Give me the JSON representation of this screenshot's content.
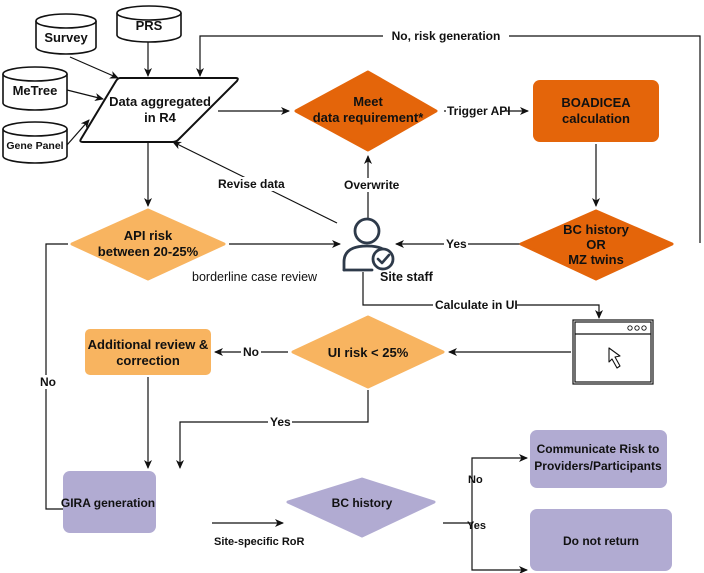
{
  "colors": {
    "dark_orange": "#E4650A",
    "light_orange": "#F8B460",
    "purple": "#B1ABD2",
    "stroke": "#111111",
    "icon": "#2E3A4A"
  },
  "nodes": {
    "survey": "Survey",
    "prs": "PRS",
    "metree": "MeTree",
    "gene_panel": "Gene Panel",
    "data_aggregated": [
      "Data aggregated",
      "in R4"
    ],
    "meet_requirement": [
      "Meet",
      "data requirement*"
    ],
    "boadicea": [
      "BOADICEA",
      "calculation"
    ],
    "bc_or_mz": [
      "BC history",
      "OR",
      "MZ twins"
    ],
    "api_risk": [
      "API risk",
      "between 20-25%"
    ],
    "site_staff": "Site staff",
    "ui_risk": "UI risk < 25%",
    "additional_review": [
      "Additional review &",
      "correction"
    ],
    "gira": "GIRA generation",
    "bc_history": "BC history",
    "communicate": [
      "Communicate Risk to",
      "Providers/Participants"
    ],
    "do_not_return": "Do not return"
  },
  "edges": {
    "no_risk_generation": "No, risk generation",
    "trigger_api": "Trigger API",
    "revise_data": "Revise data",
    "overwrite": "Overwrite",
    "yes_site": "Yes",
    "borderline": "borderline case review",
    "calculate_ui": "Calculate in UI",
    "no_review": "No",
    "no_left": "No",
    "yes_gira": "Yes",
    "site_specific": "Site-specific RoR",
    "no_communicate": "No",
    "yes_donot": "Yes"
  }
}
